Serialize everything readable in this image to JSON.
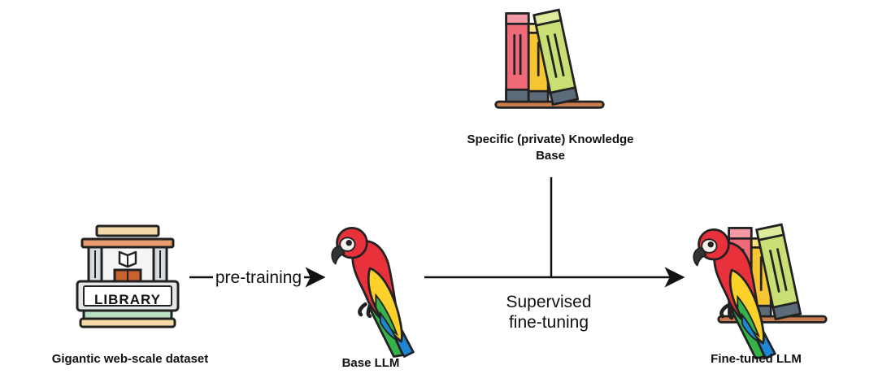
{
  "nodes": {
    "dataset": {
      "label": "Gigantic web-scale dataset",
      "icon": "library-building-icon",
      "sign_text": "LIBRARY"
    },
    "base_llm": {
      "label": "Base LLM",
      "icon": "parrot-icon"
    },
    "knowledge_base": {
      "label": "Specific (private) Knowledge Base",
      "icon": "books-icon"
    },
    "finetuned_llm": {
      "label": "Fine-tuned LLM",
      "icon": "parrot-with-books-icon"
    }
  },
  "edges": {
    "pretraining": {
      "label": "pre-training",
      "from": "dataset",
      "to": "base_llm"
    },
    "sft": {
      "label_line1": "Supervised",
      "label_line2": "fine-tuning",
      "from": "base_llm",
      "to": "finetuned_llm"
    },
    "kb_feed": {
      "from": "knowledge_base",
      "to": "sft"
    }
  },
  "colors": {
    "parrot_red": "#e8313a",
    "parrot_yellow": "#fcd22a",
    "parrot_blue": "#1f86d6",
    "parrot_green": "#35b34a",
    "book_pink": "#f06a7a",
    "book_yellow": "#f7c531",
    "book_green": "#c9df74",
    "shelf_brown": "#c97c4e",
    "outline": "#222222"
  }
}
